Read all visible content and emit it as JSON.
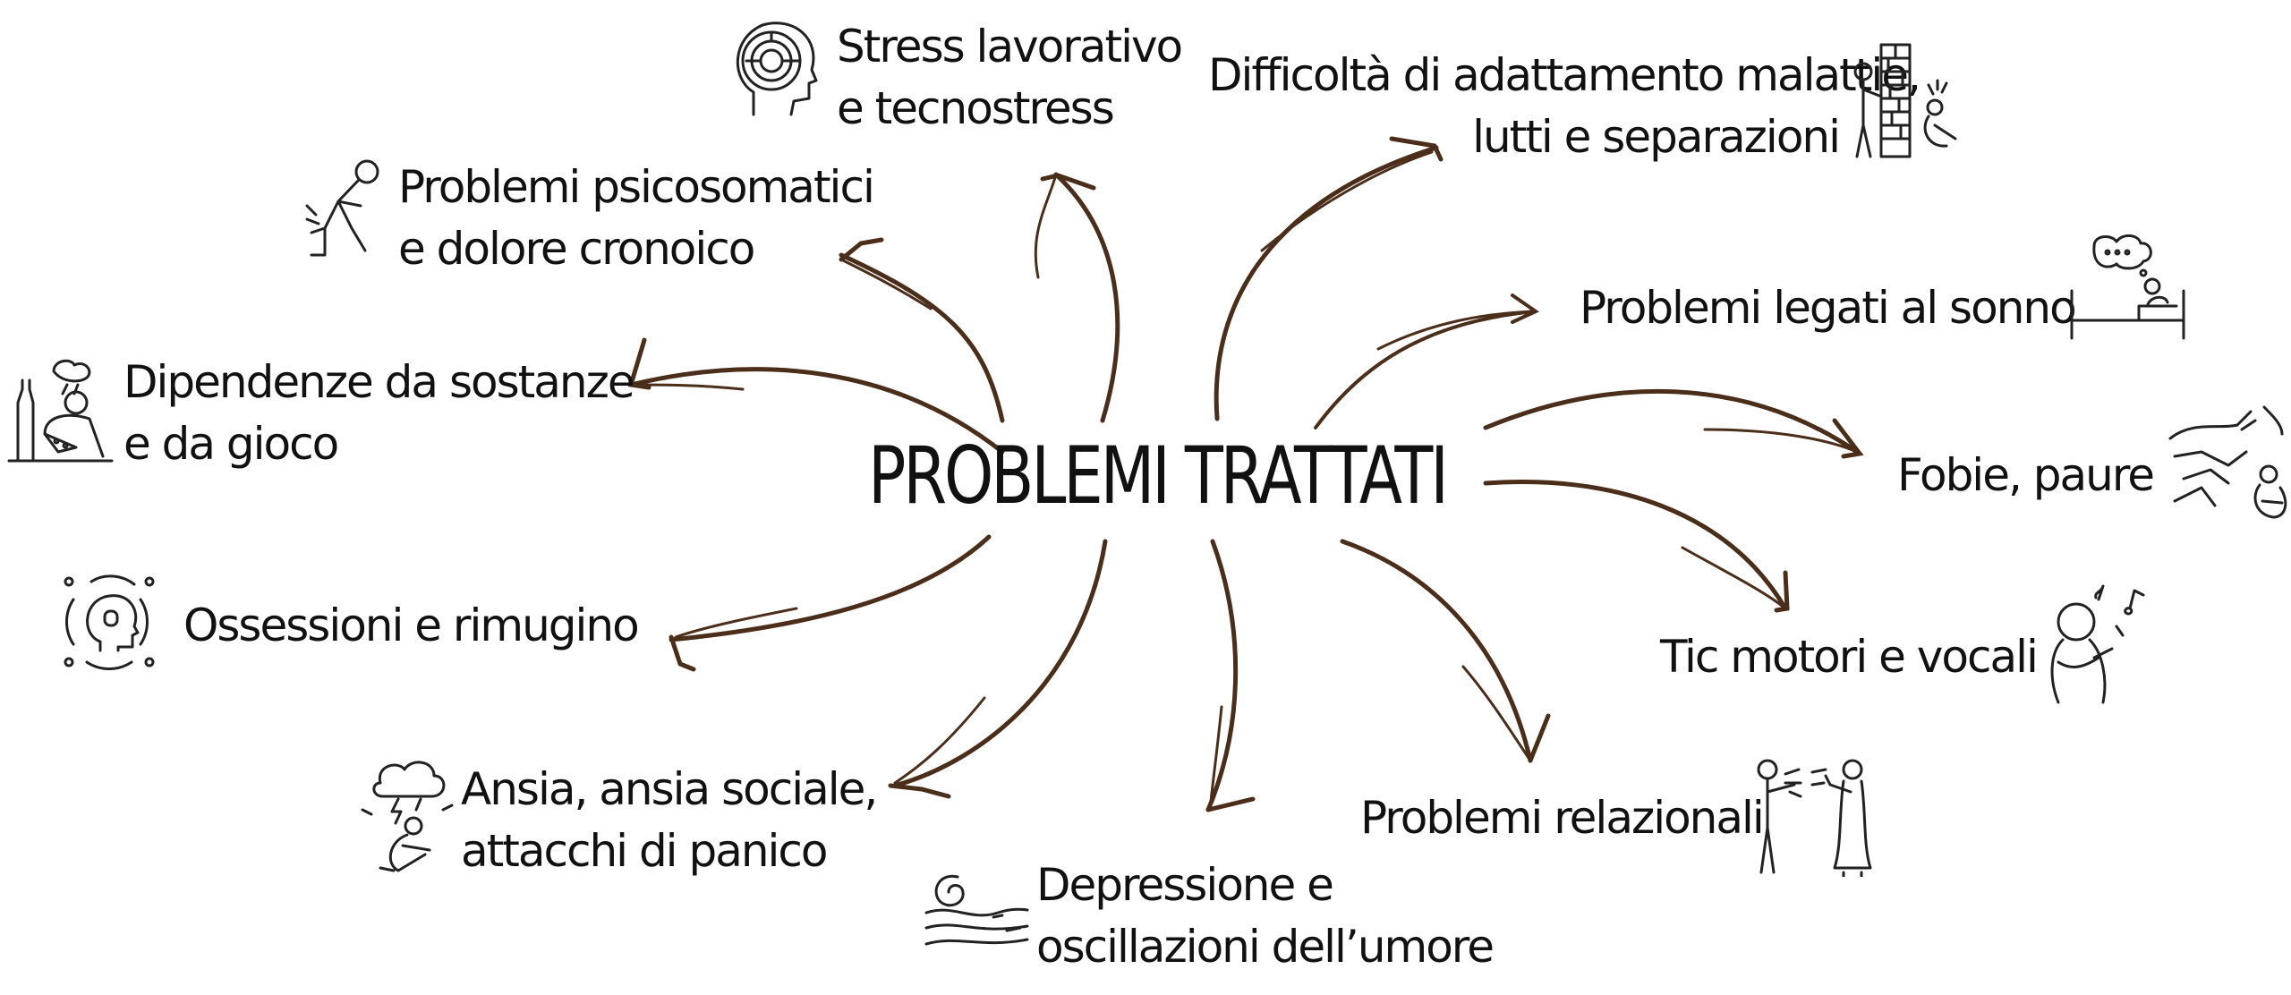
{
  "diagram": {
    "center_title": "PROBLEMI TRATTATI",
    "arrow_color": "#4a2e1a",
    "text_color": "#111111",
    "topics": [
      {
        "id": "stress",
        "lines": [
          "Stress lavorativo",
          "e tecnostress"
        ],
        "icon": "maze-head-icon"
      },
      {
        "id": "adattamento",
        "lines": [
          "Difficoltà di adattamento malattie,",
          "lutti e separazioni"
        ],
        "icon": "wall-person-icon"
      },
      {
        "id": "psicosomatici",
        "lines": [
          "Problemi psicosomatici",
          "e dolore cronoico"
        ],
        "icon": "pain-figure-icon"
      },
      {
        "id": "sonno",
        "lines": [
          "Problemi legati al sonno"
        ],
        "icon": "bed-thought-icon"
      },
      {
        "id": "dipendenze",
        "lines": [
          "Dipendenze da sostanze",
          "e da gioco"
        ],
        "icon": "bottle-dice-icon"
      },
      {
        "id": "fobie",
        "lines": [
          "Fobie, paure"
        ],
        "icon": "scared-figure-icon"
      },
      {
        "id": "ossessioni",
        "lines": [
          "Ossessioni e rimugino"
        ],
        "icon": "cycle-head-icon"
      },
      {
        "id": "tic",
        "lines": [
          "Tic motori e vocali"
        ],
        "icon": "music-figure-icon"
      },
      {
        "id": "ansia",
        "lines": [
          "Ansia, ansia sociale,",
          "attacchi di panico"
        ],
        "icon": "storm-cloud-icon"
      },
      {
        "id": "relazionali",
        "lines": [
          "Problemi relazionali"
        ],
        "icon": "arguing-people-icon"
      },
      {
        "id": "depressione",
        "lines": [
          "Depressione e",
          "oscillazioni dell’umore"
        ],
        "icon": "wave-swirl-icon"
      }
    ]
  }
}
